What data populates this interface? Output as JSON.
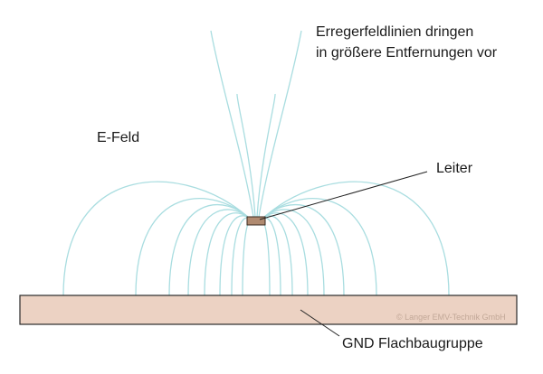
{
  "annotations": {
    "headline_line1": "Erregerfeldlinien dringen",
    "headline_line2": "in größere Entfernungen vor",
    "field_label": "E-Feld",
    "conductor_label": "Leiter",
    "board_label": "GND Flachbaugruppe",
    "copyright": "© Langer EMV-Technik GmbH"
  },
  "colors": {
    "field_lines": "#a9dde0",
    "board_fill": "#ecd2c3",
    "board_stroke": "#2a2a2a",
    "conductor_fill": "#b08a70",
    "conductor_stroke": "#3a2a20",
    "pointer_lines": "#222222"
  }
}
